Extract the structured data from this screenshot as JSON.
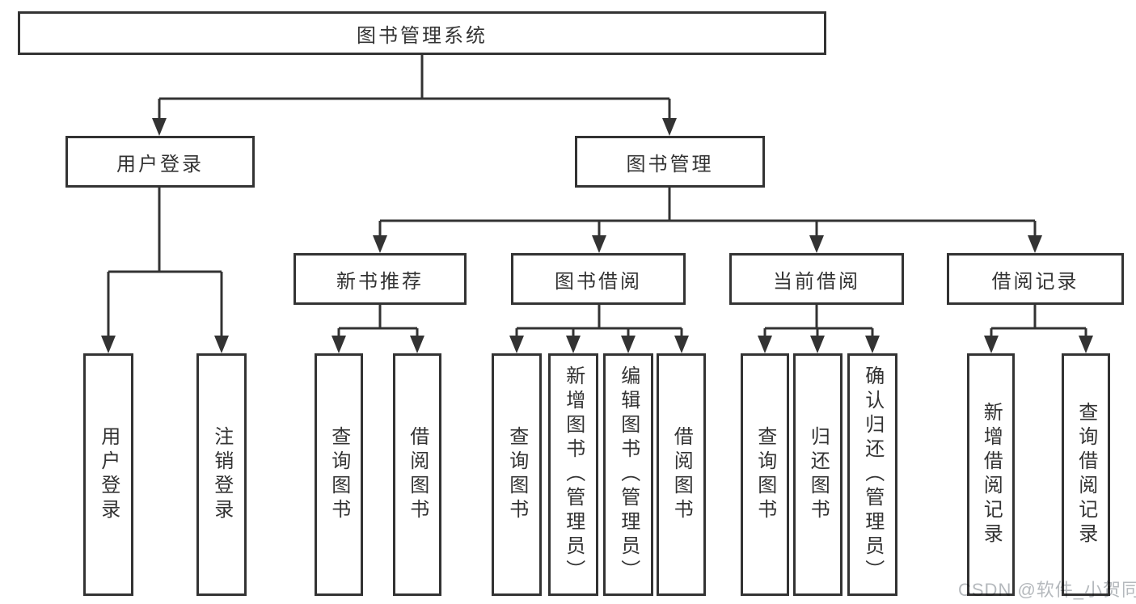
{
  "diagram": {
    "root": "图书管理系统",
    "level2": [
      {
        "label": "用户登录",
        "leaves": [
          "用户登录",
          "注销登录"
        ]
      },
      {
        "label": "图书管理",
        "groups": [
          {
            "label": "新书推荐",
            "leaves": [
              "查询图书",
              "借阅图书"
            ]
          },
          {
            "label": "图书借阅",
            "leaves": [
              "查询图书",
              "新增图书（管理员）",
              "编辑图书（管理员）",
              "借阅图书"
            ]
          },
          {
            "label": "当前借阅",
            "leaves": [
              "查询图书",
              "归还图书",
              "确认归还（管理员）"
            ]
          },
          {
            "label": "借阅记录",
            "leaves": [
              "新增借阅记录",
              "查询借阅记录"
            ]
          }
        ]
      }
    ]
  },
  "watermark": {
    "text": "CSDN @软件_小贺同学"
  },
  "colors": {
    "line": "#333333",
    "box_border": "#333333",
    "text": "#333333",
    "background": "#ffffff",
    "watermark": "#b5b9bd"
  }
}
